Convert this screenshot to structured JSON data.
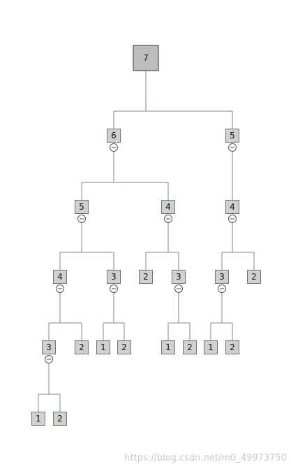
{
  "tree": {
    "value": "7",
    "children": [
      {
        "value": "6",
        "collapsible": true,
        "children": [
          {
            "value": "5",
            "collapsible": true,
            "children": [
              {
                "value": "4",
                "collapsible": true,
                "children": [
                  {
                    "value": "3",
                    "collapsible": true,
                    "children": [
                      {
                        "value": "1"
                      },
                      {
                        "value": "2"
                      }
                    ]
                  },
                  {
                    "value": "2"
                  }
                ]
              },
              {
                "value": "3",
                "collapsible": true,
                "children": [
                  {
                    "value": "1"
                  },
                  {
                    "value": "2"
                  }
                ]
              }
            ]
          },
          {
            "value": "4",
            "collapsible": true,
            "children": [
              {
                "value": "2"
              },
              {
                "value": "3",
                "collapsible": true,
                "children": [
                  {
                    "value": "1"
                  },
                  {
                    "value": "2"
                  }
                ]
              }
            ]
          }
        ]
      },
      {
        "value": "5",
        "collapsible": true,
        "children": [
          {
            "value": "4",
            "collapsible": true,
            "children": [
              {
                "value": "3",
                "collapsible": true,
                "children": [
                  {
                    "value": "1"
                  },
                  {
                    "value": "2"
                  }
                ]
              },
              {
                "value": "2"
              }
            ]
          }
        ]
      }
    ]
  },
  "watermark": "https://blog.csdn.net/m0_49973750"
}
